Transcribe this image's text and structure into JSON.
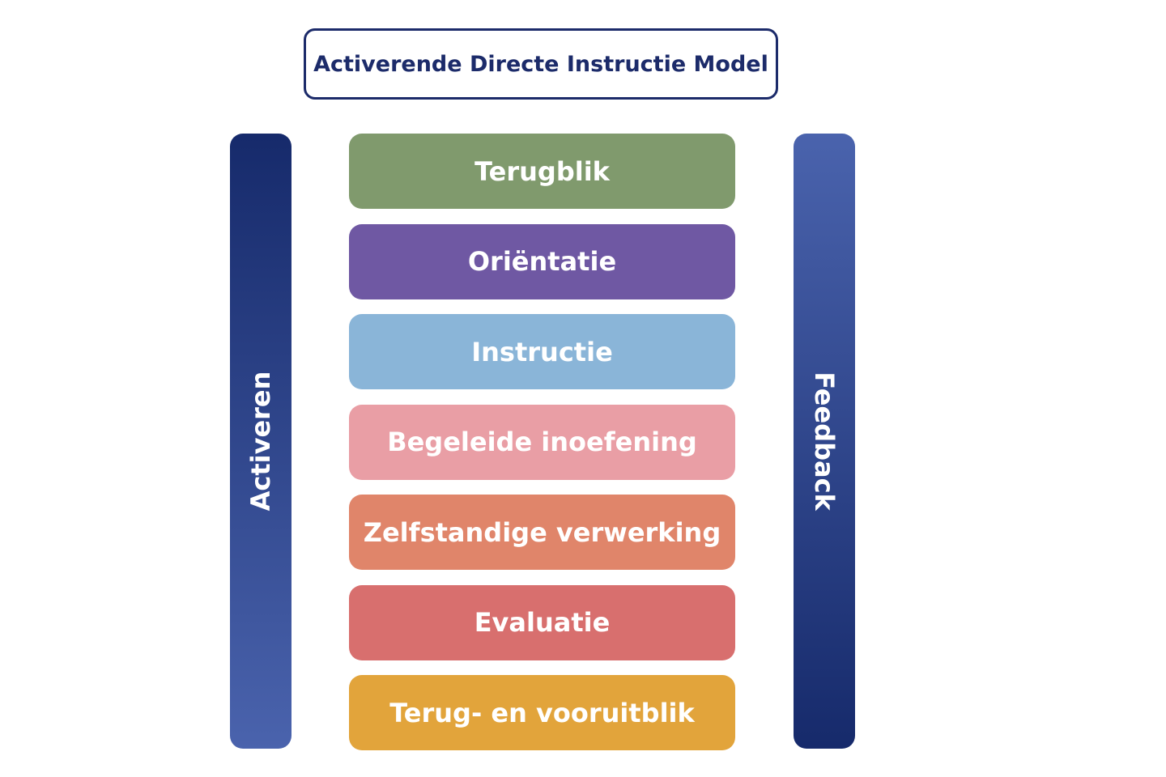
{
  "title": "Activerende Directe Instructie Model",
  "colors": {
    "title_border": "#1c2b6a",
    "text_on_block": "#ffffff",
    "navy_dark": "#162a6b",
    "navy_light": "#4a63ad"
  },
  "side_bars": {
    "left": {
      "label": "Activeren",
      "gradient_top": "#162a6b",
      "gradient_bottom": "#4a63ad"
    },
    "right": {
      "label": "Feedback",
      "gradient_top": "#4a63ad",
      "gradient_bottom": "#162a6b"
    }
  },
  "steps": [
    {
      "label": "Terugblik",
      "color": "#809a6d"
    },
    {
      "label": "Oriëntatie",
      "color": "#6f58a3"
    },
    {
      "label": "Instructie",
      "color": "#8ab5d8"
    },
    {
      "label": "Begeleide inoefening",
      "color": "#e99ea5"
    },
    {
      "label": "Zelfstandige verwerking",
      "color": "#e0856a"
    },
    {
      "label": "Evaluatie",
      "color": "#d86f6e"
    },
    {
      "label": "Terug- en vooruitblik",
      "color": "#e2a43b"
    }
  ]
}
